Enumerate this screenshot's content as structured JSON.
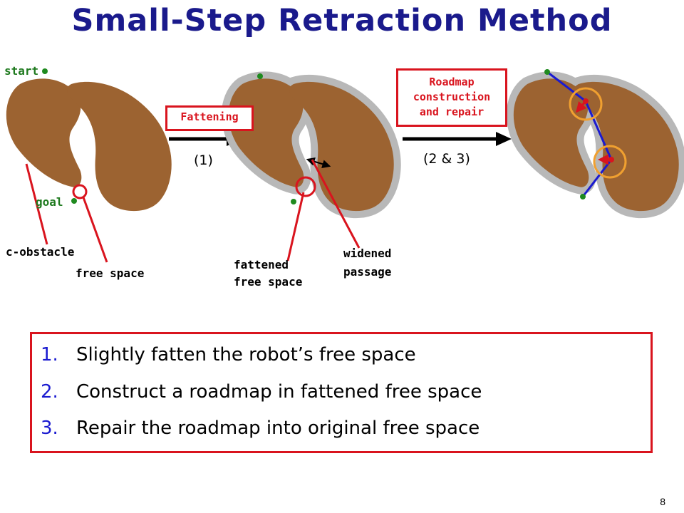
{
  "title": "Small-Step Retraction Method",
  "labels": {
    "start": "start",
    "goal": "goal",
    "c_obstacle": "c-obstacle",
    "free_space": "free space",
    "fattened_line1": "fattened",
    "fattened_line2": "free space",
    "widened_line1": "widened",
    "widened_line2": "passage"
  },
  "steps": {
    "fattening": "Fattening",
    "step1": "(1)",
    "roadmap_line1": "Roadmap",
    "roadmap_line2": "construction",
    "roadmap_line3": "and repair",
    "step23": "(2 & 3)"
  },
  "list": [
    {
      "num": "1.",
      "text": "Slightly fatten the robot’s free space"
    },
    {
      "num": "2.",
      "text": "Construct a roadmap in fattened free space"
    },
    {
      "num": "3.",
      "text": "Repair the roadmap into original free space"
    }
  ],
  "colors": {
    "obstacle": "#9c6331",
    "fattened": "#b8b8b8",
    "title": "#1a1a8c",
    "accent": "#d9141e",
    "node": "#1f8a1f",
    "roadmap": "#1a1ad0",
    "orange": "#f0a030"
  },
  "page_number": "8"
}
